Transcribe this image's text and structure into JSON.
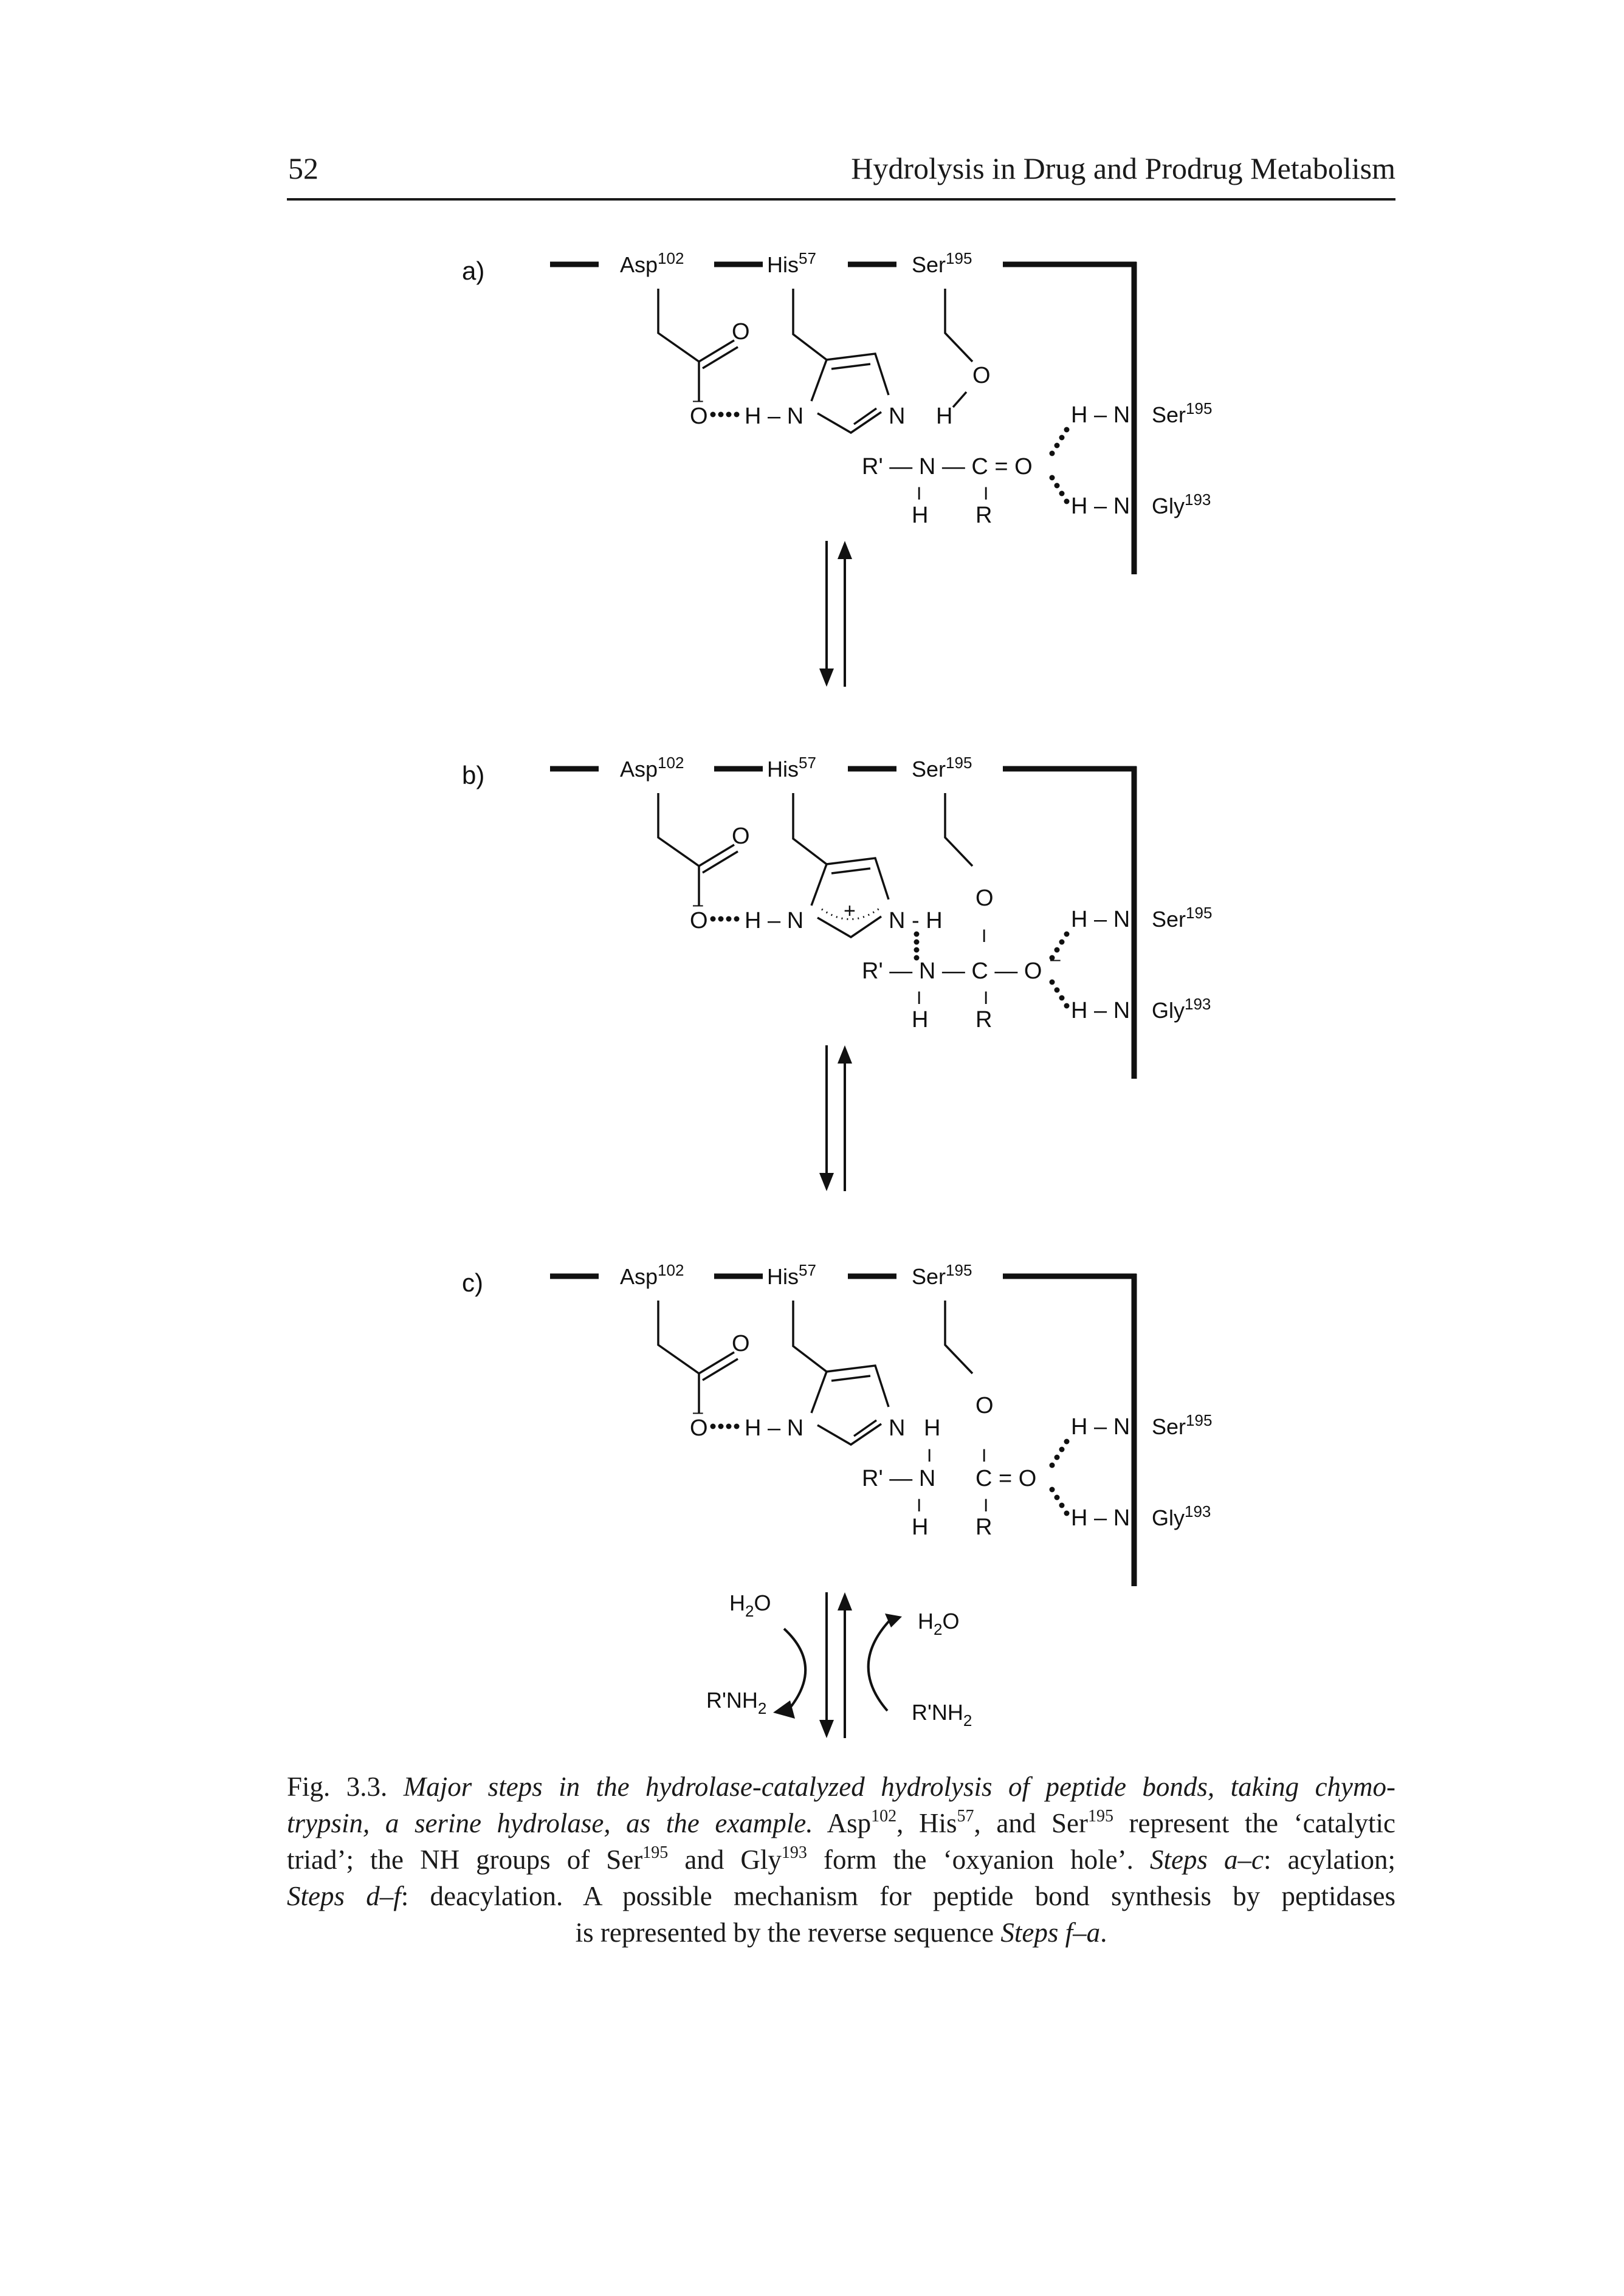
{
  "header": {
    "page_number": "52",
    "running_title": "Hydrolysis in Drug and Prodrug Metabolism"
  },
  "scheme": {
    "panels": [
      {
        "label": "a)",
        "residues": [
          "Asp",
          "102",
          "His",
          "57",
          "Ser",
          "195"
        ],
        "oxyanion_hole": [
          "H – N",
          "Ser",
          "195",
          "H – N",
          "Gly",
          "193"
        ],
        "atoms": [
          "O",
          "O",
          "–",
          "H – N",
          "N",
          "O",
          "H",
          "R' — N — C = O",
          "I",
          "I",
          "H",
          "R"
        ]
      },
      {
        "label": "b)",
        "residues": [
          "Asp",
          "102",
          "His",
          "57",
          "Ser",
          "195"
        ],
        "oxyanion_hole": [
          "H – N",
          "Ser",
          "195",
          "H – N",
          "Gly",
          "193"
        ],
        "atoms": [
          "O",
          "O",
          "–",
          "H – N",
          "+",
          "N - H",
          "O",
          "I",
          "R' — N — C — O",
          "–",
          "I",
          "I",
          "H",
          "R"
        ]
      },
      {
        "label": "c)",
        "residues": [
          "Asp",
          "102",
          "His",
          "57",
          "Ser",
          "195"
        ],
        "oxyanion_hole": [
          "H – N",
          "Ser",
          "195",
          "H – N",
          "Gly",
          "193"
        ],
        "atoms": [
          "O",
          "O",
          "–",
          "H – N",
          "N",
          "H",
          "O",
          "I",
          "I",
          "R' — N",
          "C = O",
          "I",
          "I",
          "H",
          "R"
        ]
      }
    ],
    "exchange": {
      "left_in": "H",
      "left_in_sub": "2",
      "left_in_tail": "O",
      "left_out": "R'NH",
      "left_out_sub": "2",
      "right_out": "H",
      "right_out_sub": "2",
      "right_out_tail": "O",
      "right_in": "R'NH",
      "right_in_sub": "2"
    }
  },
  "caption": {
    "l1a": "Fig. 3.3. ",
    "l1b": "Major steps in the hydrolase-catalyzed hydrolysis of peptide bonds, taking chymo-",
    "l2a": "trypsin, a serine hydrolase, as the example.",
    "l2b": " Asp",
    "l2c": "102",
    "l2d": ", His",
    "l2e": "57",
    "l2f": ", and Ser",
    "l2g": "195",
    "l2h": " represent the ‘catalytic",
    "l3a": "triad’; the NH groups of Ser",
    "l3b": "195",
    "l3c": " and Gly",
    "l3d": "193",
    "l3e": " form the ‘oxyanion hole’. ",
    "l3f": "Steps a–c",
    "l3g": ": acylation;",
    "l4a": "Steps d–f",
    "l4b": ": deacylation. A possible mechanism for peptide bond synthesis by peptidases",
    "l5a": "is represented by the reverse sequence ",
    "l5b": "Steps f–a",
    "l5c": "."
  }
}
